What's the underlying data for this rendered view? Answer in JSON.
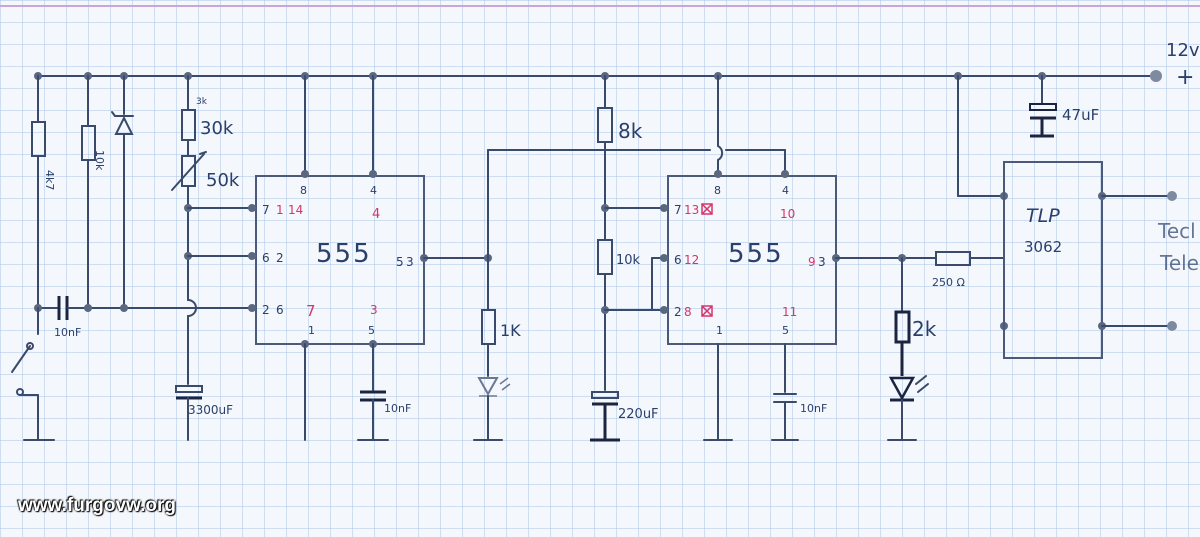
{
  "watermark": "www.furgovw.org",
  "power": {
    "voltage": "12v",
    "plus": "+"
  },
  "ic1": {
    "name": "555",
    "pins": {
      "p8": "8",
      "p4": "4",
      "p7": "7",
      "p6": "6",
      "p2": "2",
      "p3": "3",
      "p1": "1",
      "p5": "5"
    },
    "alt_pins": {
      "a1": "1",
      "a14": "14",
      "a4": "4",
      "a7": "7",
      "a3": "3"
    }
  },
  "ic2": {
    "name": "555",
    "pins": {
      "p8": "8",
      "p4": "4",
      "p7": "7",
      "p6": "6",
      "p2": "2",
      "p3": "3",
      "p1": "1",
      "p5": "5"
    },
    "alt_pins": {
      "a13": "13",
      "a10": "10",
      "a12": "12",
      "a11": "11",
      "a9": "9"
    }
  },
  "components": {
    "r_4k7": "4k7",
    "r_10k_a": "10k",
    "r_3k": "3k",
    "r_30k": "30k",
    "pot_50k": "50k",
    "c_10nF_in": "10nF",
    "c_3300uF": "3300uF",
    "c_10nF_1": "10nF",
    "r_1k": "1K",
    "r_8k": "8k",
    "r_10k_b": "10k",
    "c_220uF": "220uF",
    "c_10nF_2": "10nF",
    "r_250": "250 Ω",
    "r_2k": "2k",
    "c_47uF": "47uF"
  },
  "optocoupler": {
    "model": "TLP",
    "number": "3062"
  },
  "output": {
    "line1": "Tecl",
    "line2": "Tele"
  }
}
